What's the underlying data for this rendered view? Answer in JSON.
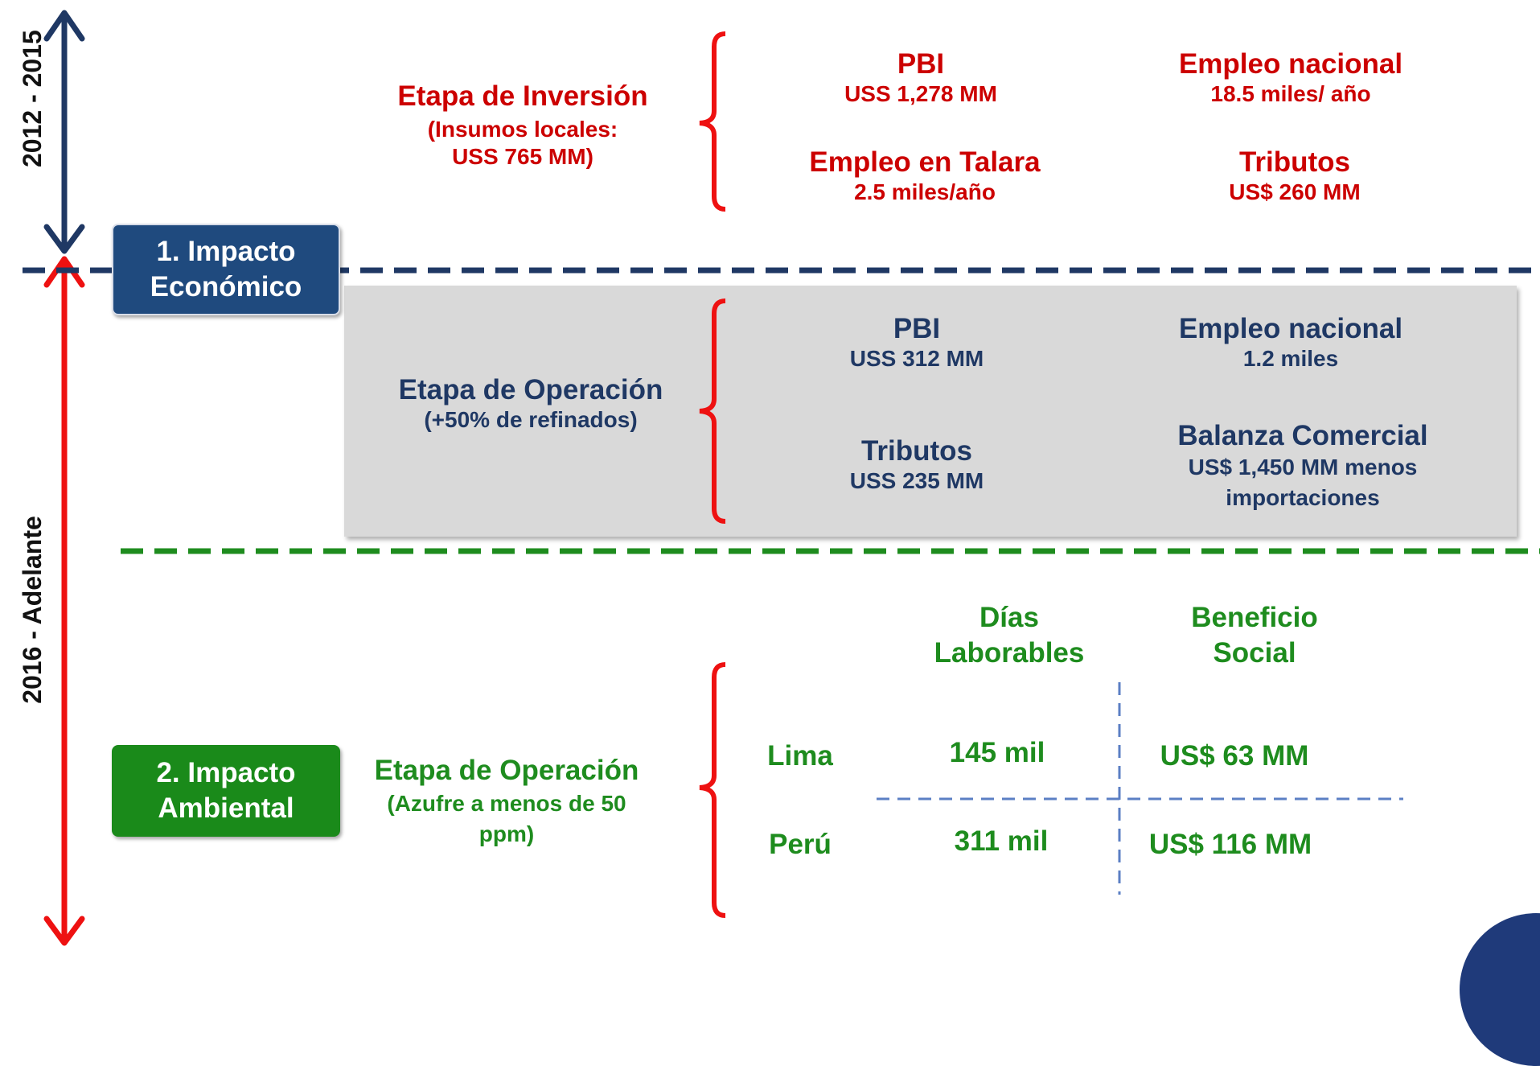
{
  "timeline": {
    "top_period": "2012 - 2015",
    "bottom_period": "2016 - Adelante"
  },
  "economic": {
    "box_label_line1": "1. Impacto",
    "box_label_line2": "Económico",
    "investment": {
      "title": "Etapa de Inversión",
      "subtitle_line1": "(Insumos locales:",
      "subtitle_line2": "USS 765 MM)",
      "items": [
        {
          "title": "PBI",
          "value": "USS 1,278 MM"
        },
        {
          "title": "Empleo nacional",
          "value": "18.5 miles/ año"
        },
        {
          "title": "Empleo en Talara",
          "value": "2.5 miles/año"
        },
        {
          "title": "Tributos",
          "value": "US$ 260 MM"
        }
      ]
    },
    "operation": {
      "title": "Etapa de Operación",
      "subtitle": "(+50% de refinados)",
      "items": [
        {
          "title": "PBI",
          "value": "USS 312 MM"
        },
        {
          "title": "Empleo nacional",
          "value": "1.2 miles"
        },
        {
          "title": "Tributos",
          "value": "USS 235 MM"
        },
        {
          "title": "Balanza Comercial",
          "value_line1": "US$ 1,450 MM menos",
          "value_line2": "importaciones"
        }
      ]
    }
  },
  "environmental": {
    "box_label_line1": "2. Impacto",
    "box_label_line2": "Ambiental",
    "title": "Etapa de Operación",
    "subtitle_line1": "(Azufre a menos de 50",
    "subtitle_line2": "ppm)",
    "col_headers": {
      "days_line1": "Días",
      "days_line2": "Laborables",
      "benefit_line1": "Beneficio",
      "benefit_line2": "Social"
    },
    "rows": [
      {
        "region": "Lima",
        "days": "145 mil",
        "benefit": "US$ 63 MM"
      },
      {
        "region": "Perú",
        "days": "311 mil",
        "benefit": "US$ 116 MM"
      }
    ]
  },
  "colors": {
    "navy": "#1f3864",
    "red": "#cc0000",
    "green": "#1e8c1e",
    "panel_gray": "#d9d9d9"
  }
}
